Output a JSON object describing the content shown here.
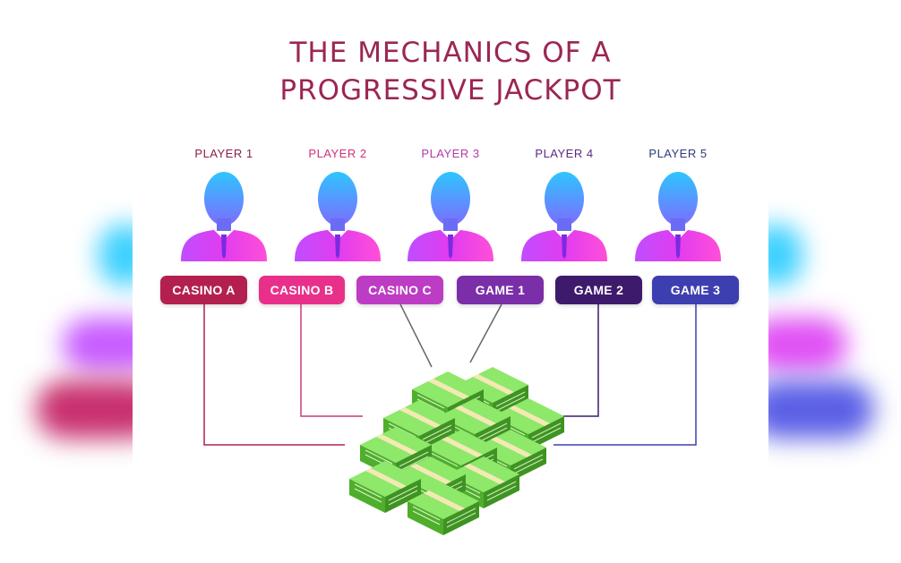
{
  "title": {
    "line1": "THE MECHANICS OF A",
    "line2": "PROGRESSIVE JACKPOT"
  },
  "players": [
    {
      "label": "PLAYER 1",
      "color": "#8b1f4a"
    },
    {
      "label": "PLAYER 2",
      "color": "#d0307a"
    },
    {
      "label": "PLAYER 3",
      "color": "#b23aa8"
    },
    {
      "label": "PLAYER 4",
      "color": "#5a2a82"
    },
    {
      "label": "PLAYER 5",
      "color": "#2e3a7a"
    }
  ],
  "sources": [
    {
      "label": "CASINO A",
      "color": "#b3204f"
    },
    {
      "label": "CASINO B",
      "color": "#e8308a"
    },
    {
      "label": "CASINO C",
      "color": "#bd3cc4"
    },
    {
      "label": "GAME 1",
      "color": "#7a2ea8"
    },
    {
      "label": "GAME 2",
      "color": "#3d1a6b"
    },
    {
      "label": "GAME 3",
      "color": "#3d3fb0"
    }
  ],
  "jackpot_icon": "money-stack-icon",
  "avatar_icon": "user-avatar-icon",
  "colors": {
    "title": "#9b2654",
    "avatar_head_top": "#2ec5ff",
    "avatar_head_bottom": "#7d6cff",
    "avatar_body": "#e13cf0",
    "money_green": "#5fcf3a"
  }
}
